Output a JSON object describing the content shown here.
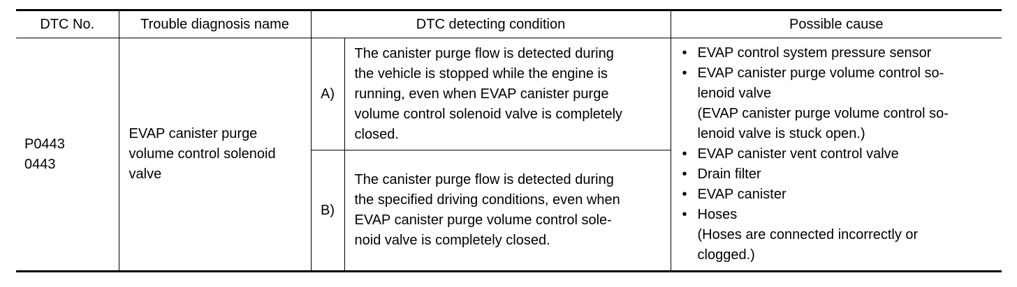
{
  "table": {
    "headers": {
      "dtc_no": "DTC No.",
      "trouble_name": "Trouble diagnosis name",
      "detecting_condition": "DTC detecting condition",
      "possible_cause": "Possible cause"
    },
    "row": {
      "dtc_codes": [
        "P0443",
        "0443"
      ],
      "trouble_name_lines": [
        "EVAP canister purge",
        "volume control solenoid",
        "valve"
      ],
      "conditions": [
        {
          "tag": "A)",
          "lines": [
            "The canister purge flow is detected during",
            "the vehicle is stopped while the engine is",
            "running, even when EVAP canister purge",
            "volume control solenoid valve is completely",
            "closed."
          ]
        },
        {
          "tag": "B)",
          "lines": [
            "The canister purge flow is detected during",
            "the specified driving conditions, even when",
            "EVAP canister purge volume control sole-",
            "noid valve is completely closed."
          ]
        }
      ],
      "bullet_symbol": "•",
      "possible_causes": [
        {
          "lines": [
            "EVAP control system pressure sensor"
          ]
        },
        {
          "lines": [
            "EVAP canister purge volume control so-",
            "lenoid valve",
            "(EVAP canister purge volume control so-",
            "lenoid valve is stuck open.)"
          ]
        },
        {
          "lines": [
            "EVAP canister vent control valve"
          ]
        },
        {
          "lines": [
            "Drain filter"
          ]
        },
        {
          "lines": [
            "EVAP canister"
          ]
        },
        {
          "lines": [
            "Hoses",
            "(Hoses are connected incorrectly or",
            "clogged.)"
          ]
        }
      ]
    }
  }
}
